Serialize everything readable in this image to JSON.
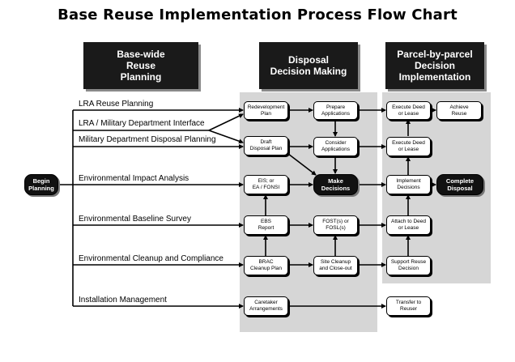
{
  "title": "Base Reuse Implementation Process Flow Chart",
  "columns": {
    "basewide": [
      "Base-wide",
      "Reuse",
      "Planning"
    ],
    "disposal": [
      "Disposal",
      "Decision Making"
    ],
    "parcel": [
      "Parcel-by-parcel",
      "Decision",
      "Implementation"
    ]
  },
  "lanes": {
    "lra_reuse": "LRA Reuse Planning",
    "lra_military": "LRA / Military Department Interface",
    "military_disposal": "Military Department Disposal Planning",
    "env_impact": "Environmental Impact Analysis",
    "env_baseline": "Environmental Baseline Survey",
    "env_cleanup": "Environmental Cleanup and Compliance",
    "installation": "Installation Management"
  },
  "nodes": {
    "begin": [
      "Begin",
      "Planning"
    ],
    "redevelopment": [
      "Redevelopment",
      "Plan"
    ],
    "draft_disposal": [
      "Draft",
      "Disposal Plan"
    ],
    "eis": [
      "EIS; or",
      "EA / FONSI"
    ],
    "ebs": [
      "EBS",
      "Report"
    ],
    "brac": [
      "BRAC",
      "Cleanup Plan"
    ],
    "caretaker": [
      "Caretaker",
      "Arrangements"
    ],
    "prepare": [
      "Prepare",
      "Applications"
    ],
    "consider": [
      "Consider",
      "Applications"
    ],
    "make_decisions": [
      "Make",
      "Decisions"
    ],
    "fost": [
      "FOST(s) or",
      "FOSL(s)"
    ],
    "site_cleanup": [
      "Site Cleanup",
      "and Close-out"
    ],
    "execute1": [
      "Execute Deed",
      "or Lease"
    ],
    "achieve": [
      "Achieve",
      "Reuse"
    ],
    "execute2": [
      "Execute Deed",
      "or Lease"
    ],
    "implement": [
      "Implement",
      "Decisions"
    ],
    "complete": [
      "Complete",
      "Disposal"
    ],
    "attach": [
      "Attach to Deed",
      "or Lease"
    ],
    "support": [
      "Support Reuse",
      "Decision"
    ],
    "transfer": [
      "Transfer to",
      "Reuser"
    ]
  },
  "colors": {
    "dark": "#111111",
    "shade": "#d6d6d6",
    "shadow": "#8a8a8a"
  }
}
